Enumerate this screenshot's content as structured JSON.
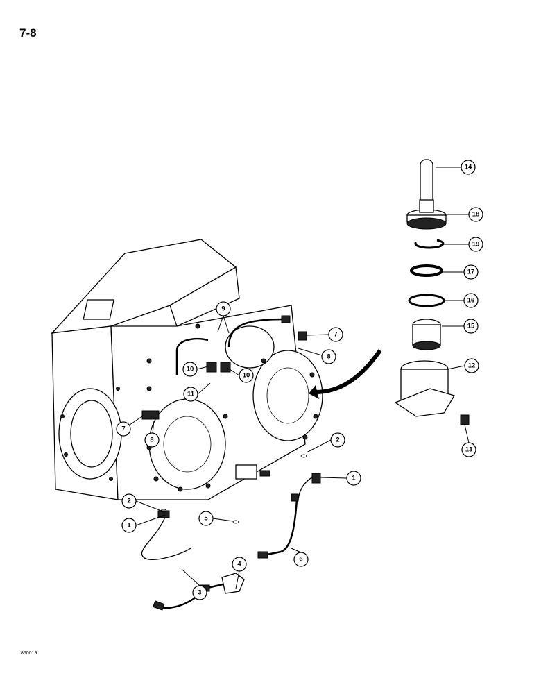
{
  "page": {
    "number": "7-8",
    "drawing_code": "850019"
  },
  "callouts": [
    {
      "label": "1"
    },
    {
      "label": "1"
    },
    {
      "label": "2"
    },
    {
      "label": "2"
    },
    {
      "label": "3"
    },
    {
      "label": "4"
    },
    {
      "label": "5"
    },
    {
      "label": "6"
    },
    {
      "label": "7"
    },
    {
      "label": "7"
    },
    {
      "label": "8"
    },
    {
      "label": "8"
    },
    {
      "label": "9"
    },
    {
      "label": "10"
    },
    {
      "label": "10"
    },
    {
      "label": "11"
    },
    {
      "label": "12"
    },
    {
      "label": "13"
    },
    {
      "label": "14"
    },
    {
      "label": "15"
    },
    {
      "label": "16"
    },
    {
      "label": "17"
    },
    {
      "label": "18"
    },
    {
      "label": "19"
    }
  ]
}
